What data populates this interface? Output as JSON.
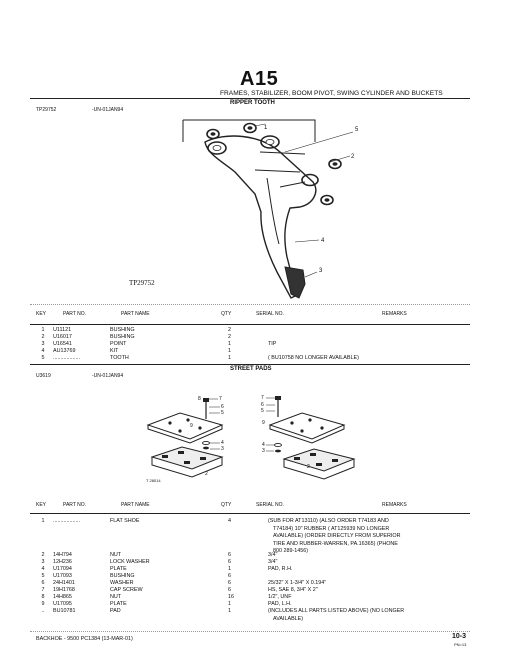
{
  "section": {
    "code": "A15",
    "title": "FRAMES, STABILIZER, BOOM PIVOT, SWING CYLINDER AND BUCKETS"
  },
  "ripper": {
    "heading": "RIPPER TOOTH",
    "fig_id": "TP29752",
    "fig_date": "-UN-01JAN94",
    "illus_caption": "TP29752",
    "callouts": [
      "1",
      "2",
      "3",
      "4",
      "5"
    ]
  },
  "columns": {
    "key": "KEY",
    "part_no": "PART NO.",
    "part_name": "PART NAME",
    "qty": "QTY",
    "serial_no": "SERIAL NO.",
    "remarks": "REMARKS"
  },
  "ripper_rows": [
    {
      "key": "1",
      "part": "U11121",
      "name": "BUSHING",
      "qty": "2",
      "remarks": ""
    },
    {
      "key": "2",
      "part": "U16017",
      "name": "BUSHING",
      "qty": "2",
      "remarks": ""
    },
    {
      "key": "3",
      "part": "U16541",
      "name": "POINT",
      "qty": "1",
      "remarks": "TIP"
    },
    {
      "key": "4",
      "part": "AU13769",
      "name": "KIT",
      "qty": "1",
      "remarks": ""
    },
    {
      "key": "5",
      "part": "..................",
      "name": "TOOTH",
      "qty": "1",
      "remarks": "( BU10758 NO LONGER AVAILABLE)"
    }
  ],
  "pads": {
    "heading": "STREET PADS",
    "fig_id": "U3619",
    "fig_date": "-UN-01JAN94",
    "illus_caption": "T 28014",
    "callouts": [
      "8",
      "7",
      "6",
      "5",
      "9",
      "4",
      "3",
      "2",
      "7",
      "6",
      "5",
      "9",
      "4",
      "3",
      "2"
    ]
  },
  "pads_row1": {
    "key": "1",
    "part": "..................",
    "name": "FLAT SHOE",
    "qty": "4",
    "remarks_lines": [
      "(SUB FOR AT13110) (ALSO ORDER T74183 AND",
      "T74184) 10\" RUBBER ( AT125939 NO LONGER",
      "AVAILABLE) (ORDER DIRECTLY FROM SUPERIOR",
      "TIRE AND RUBBER-WARREN, PA.16365) (PHONE",
      "800 289-1456)"
    ]
  },
  "pads_rows": [
    {
      "key": "2",
      "part": "14H794",
      "name": "NUT",
      "qty": "6",
      "remarks": "3/4\""
    },
    {
      "key": "3",
      "part": "12H236",
      "name": "LOCK WASHER",
      "qty": "6",
      "remarks": "3/4\""
    },
    {
      "key": "4",
      "part": "U17094",
      "name": "PLATE",
      "qty": "1",
      "remarks": "PAD, R.H."
    },
    {
      "key": "5",
      "part": "U17093",
      "name": "BUSHING",
      "qty": "6",
      "remarks": ""
    },
    {
      "key": "6",
      "part": "24H1401",
      "name": "WASHER",
      "qty": "6",
      "remarks": "25/32\" X 1-3/4\" X 0.194\""
    },
    {
      "key": "7",
      "part": "19H1768",
      "name": "CAP SCREW",
      "qty": "6",
      "remarks": "HS, SAE 8, 3/4\" X 2\""
    },
    {
      "key": "8",
      "part": "14H865",
      "name": "NUT",
      "qty": "16",
      "remarks": "1/2\", UNF"
    },
    {
      "key": "9",
      "part": "U17095",
      "name": "PLATE",
      "qty": "1",
      "remarks": "PAD, L.H."
    }
  ],
  "pads_last": {
    "key": "..",
    "part": "BU10781",
    "name": "PAD",
    "qty": "1",
    "remarks_lines": [
      "(INCLUDES ALL PARTS LISTED ABOVE) (NO LONGER",
      "AVAILABLE)"
    ]
  },
  "footer": {
    "left": "BACKHOE - 9500   PC1384   (13-MAR-01)",
    "page": "10-3",
    "sub": "PN=13"
  }
}
